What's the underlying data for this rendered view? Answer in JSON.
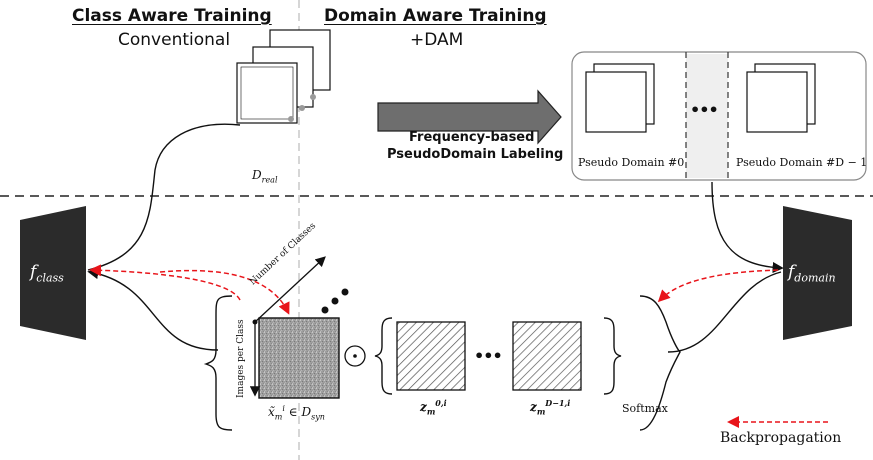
{
  "headings": {
    "class_aware": "Class Aware Training",
    "class_aware_sub": "Conventional",
    "domain_aware": "Domain Aware Training",
    "domain_aware_sub": "+DAM"
  },
  "arrow_label_line1": "Frequency-based",
  "arrow_label_line2": "PseudoDomain Labeling",
  "pseudo_domains": {
    "first": "Pseudo Domain #0",
    "last": "Pseudo Domain #D − 1",
    "ellipsis": "•••"
  },
  "d_real": {
    "symbol": "D",
    "subscript": "real"
  },
  "networks": {
    "f_class": {
      "symbol": "f",
      "subscript": "class"
    },
    "f_domain": {
      "symbol": "f",
      "subscript": "domain"
    }
  },
  "syn": {
    "axis_top": "Number of Classes",
    "axis_left": "Images per Class",
    "label_main": "x̃",
    "label_sub": "m",
    "label_sup": "i",
    "label_set": "∈ D",
    "label_set_sub": "syn"
  },
  "masks": {
    "first": {
      "main": "z",
      "sub": "m",
      "sup": "0,i"
    },
    "last": {
      "main": "z",
      "sub": "m",
      "sup": "D−1,i"
    },
    "ellipsis": "•••"
  },
  "operator": "⊙",
  "softmax": "Softmax",
  "legend": {
    "backprop": "Backpropagation"
  },
  "colors": {
    "backprop": "#e8141a",
    "network": "#2b2b2b",
    "arrow_fill": "#6e6e6e",
    "pseudo_bg": "#efefef"
  }
}
